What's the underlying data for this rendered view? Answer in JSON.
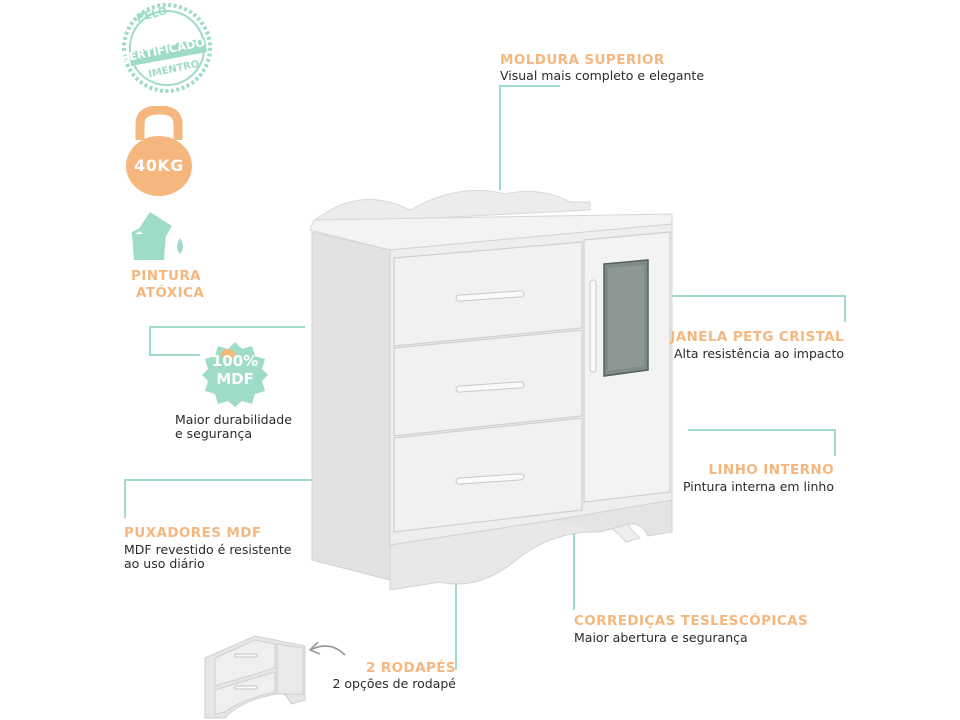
{
  "colors": {
    "accent_orange": "#f5b77e",
    "accent_mint": "#9fdcc5",
    "text_dark": "#2b2b2b",
    "furniture": "#e9e9e9"
  },
  "badges": {
    "certificate": {
      "line1": "PELO",
      "line2": "CERTIFICADO",
      "line3": "IMENTRO",
      "icon": "certificate-seal-icon"
    },
    "weight": {
      "value": "40KG",
      "icon": "kettlebell-icon"
    },
    "paint": {
      "line1": "PINTURA",
      "line2": "ATÓXICA",
      "icon": "paint-bucket-icon"
    },
    "mdf": {
      "line1": "100%",
      "line2": "MDF",
      "icon": "mdf-seal-icon"
    }
  },
  "features": {
    "mdf": {
      "desc_line1": "Maior durabilidade",
      "desc_line2": "e segurança"
    },
    "moldura": {
      "title": "MOLDURA SUPERIOR",
      "desc": "Visual mais completo e elegante"
    },
    "janela": {
      "title": "JANELA PETG CRISTAL",
      "desc": "Alta resistência ao impacto"
    },
    "linho": {
      "title": "LINHO INTERNO",
      "desc": "Pintura interna em linho"
    },
    "puxadores": {
      "title": "PUXADORES MDF",
      "desc_line1": "MDF revestido é resistente",
      "desc_line2": "ao uso diário"
    },
    "corredicas": {
      "title": "CORREDIÇAS TESLESCÓPICAS",
      "desc": "Maior abertura e segurança"
    },
    "rodapes": {
      "title": "2 RODAPÉS",
      "desc": "2 opções de rodapé"
    }
  }
}
